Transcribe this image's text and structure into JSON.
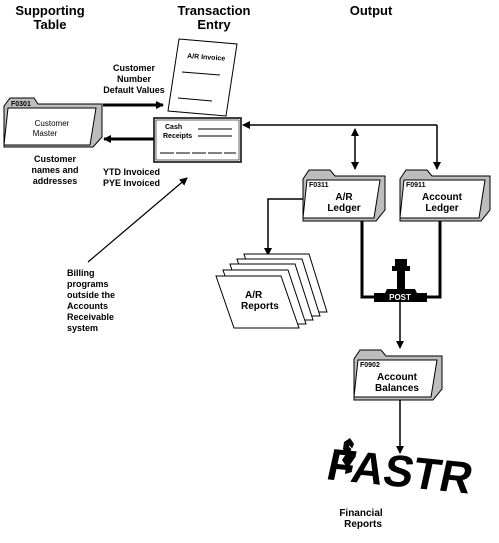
{
  "headers": {
    "supporting": [
      "Supporting",
      "Table"
    ],
    "transaction": [
      "Transaction",
      "Entry"
    ],
    "output": "Output"
  },
  "customer_master": {
    "code": "F0301",
    "label": [
      "Customer",
      "Master"
    ]
  },
  "ar_invoice": {
    "label": "A/R Invoice"
  },
  "cash_receipts": {
    "label": [
      "Cash",
      "Receipts"
    ]
  },
  "default_values": [
    "Customer",
    "Number",
    "Default Values"
  ],
  "names_addresses": [
    "Customer",
    "names and",
    "addresses"
  ],
  "ytd_pye": [
    "YTD Invoiced",
    "PYE Invoiced"
  ],
  "billing": [
    "Billing",
    "programs",
    "outside the",
    "Accounts",
    "Receivable",
    "system"
  ],
  "ar_ledger": {
    "code": "F0311",
    "label": [
      "A/R",
      "Ledger"
    ]
  },
  "account_ledger": {
    "code": "F0911",
    "label": [
      "Account",
      "Ledger"
    ]
  },
  "ar_reports": {
    "label": [
      "A/R",
      "Reports"
    ]
  },
  "post": {
    "label": "POST"
  },
  "account_balances": {
    "code": "F0902",
    "label": [
      "Account",
      "Balances"
    ]
  },
  "fastr": {
    "logo": "FASTR",
    "label": [
      "Financial",
      "Reports"
    ]
  }
}
